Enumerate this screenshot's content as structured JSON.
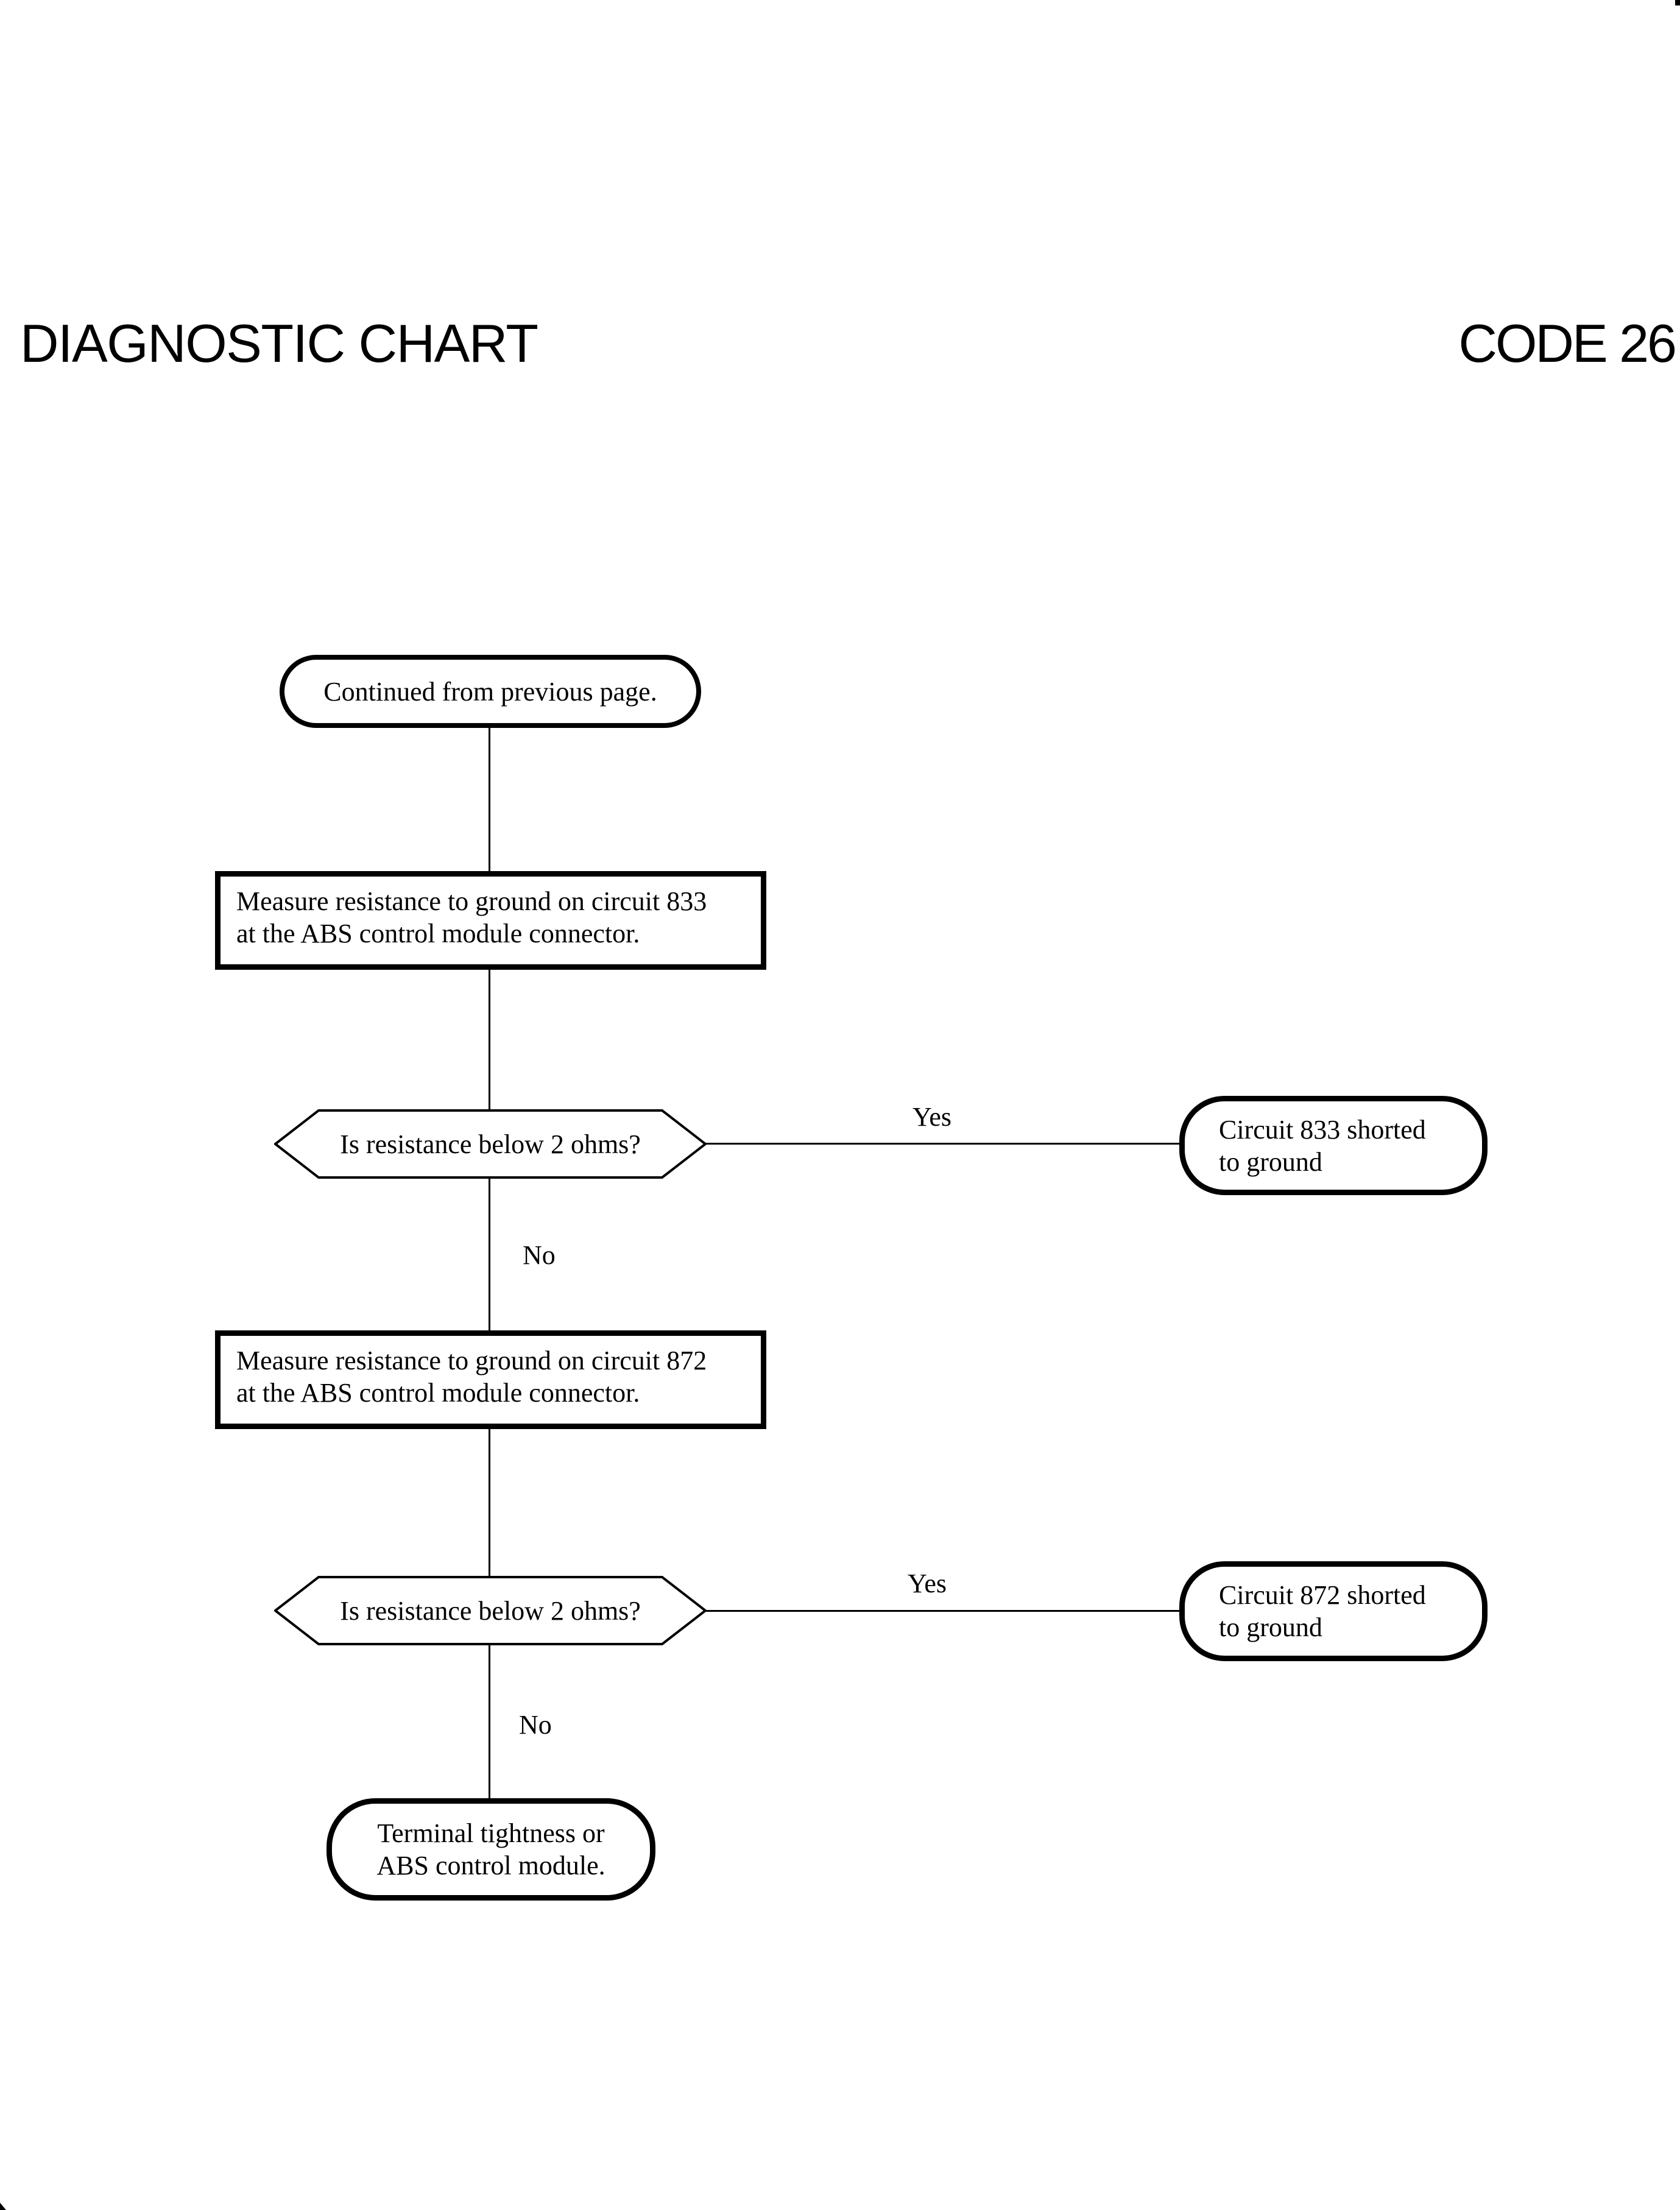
{
  "header": {
    "title": "DIAGNOSTIC CHART",
    "code": "CODE 26"
  },
  "flowchart": {
    "start": {
      "label": "Continued from previous page."
    },
    "measure_833": {
      "label": "Measure resistance to ground on circuit 833\nat the ABS control module connector."
    },
    "decision_833": {
      "label": "Is resistance below 2 ohms?",
      "yes": "Yes",
      "no": "No"
    },
    "result_833": {
      "label": "Circuit 833 shorted\nto ground"
    },
    "measure_872": {
      "label": "Measure resistance to ground on circuit 872\nat the ABS control module connector."
    },
    "decision_872": {
      "label": "Is resistance below 2 ohms?",
      "yes": "Yes",
      "no": "No"
    },
    "result_872": {
      "label": "Circuit 872 shorted\nto ground"
    },
    "end": {
      "label": "Terminal tightness or\nABS control module."
    }
  }
}
